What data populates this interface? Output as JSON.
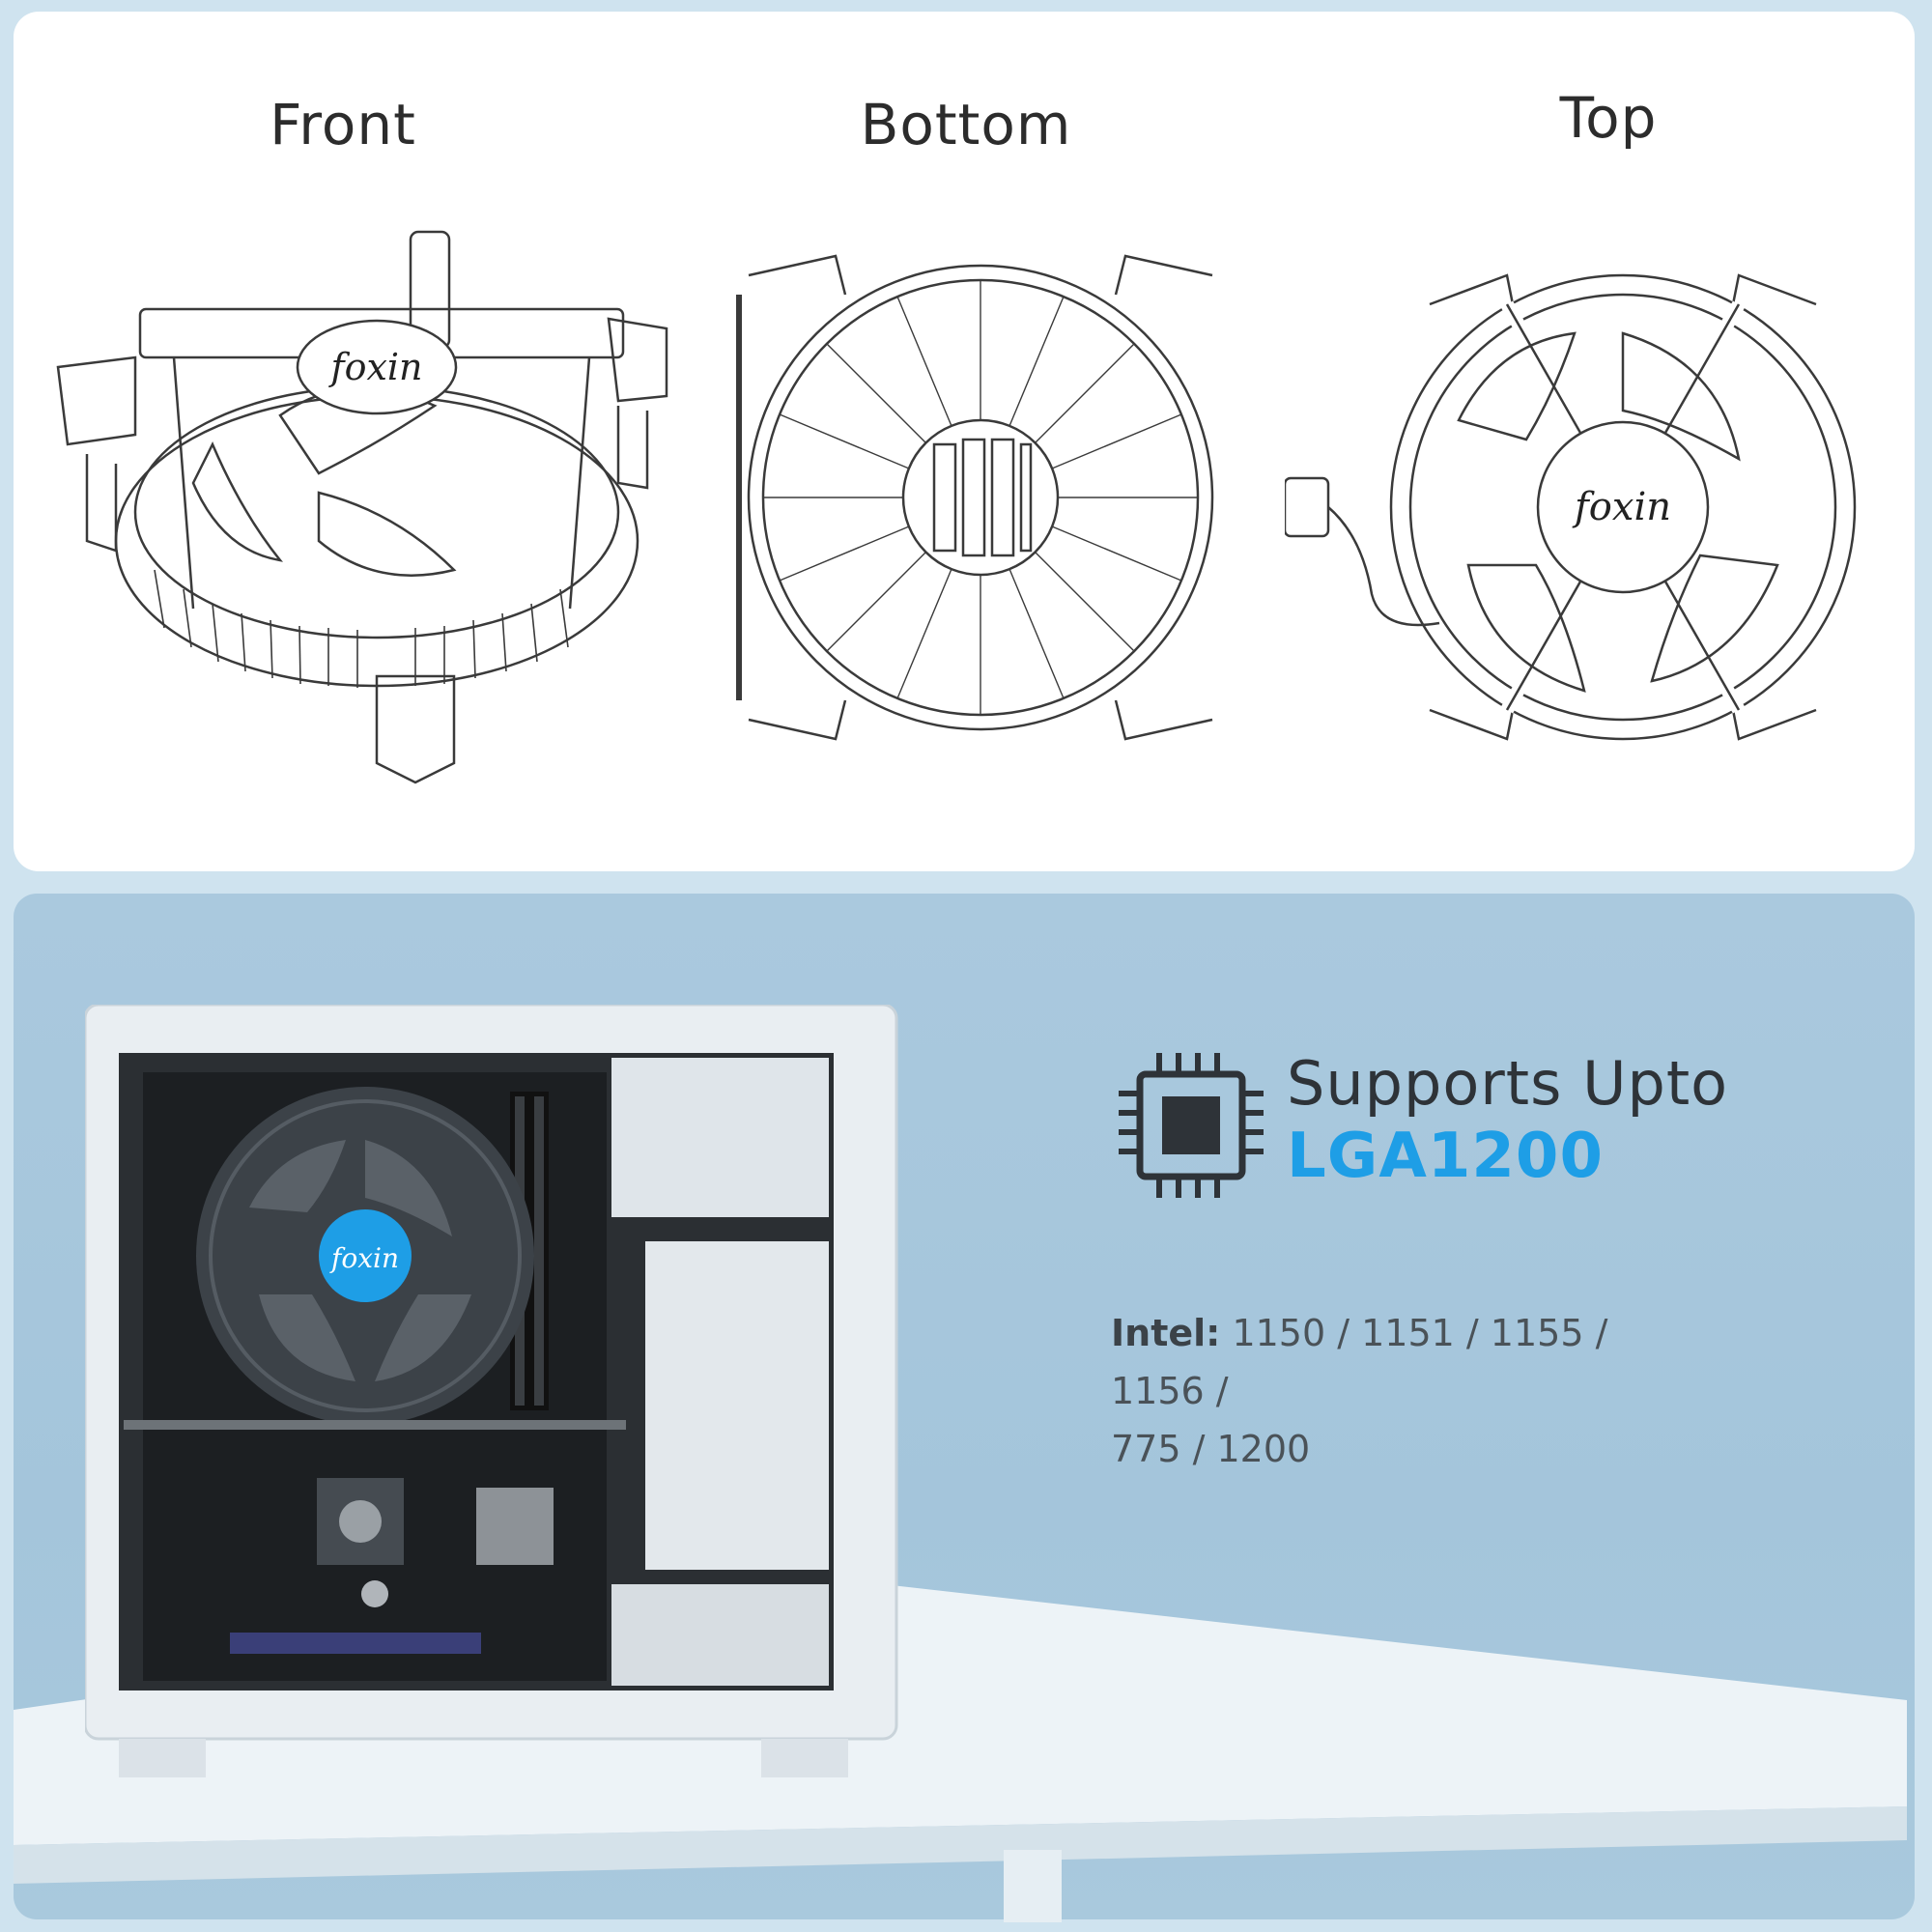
{
  "views": {
    "front": "Front",
    "bottom": "Bottom",
    "top": "Top"
  },
  "brand": {
    "logo_text": "foxin"
  },
  "spec": {
    "title": "Supports Upto",
    "socket": "LGA1200",
    "compat_label": "Intel:",
    "compat_line1": "1150 / 1151 / 1155 / 1156 /",
    "compat_line2": "775 / 1200"
  },
  "colors": {
    "accent": "#1e9ee6",
    "panel_bg": "#a9c9dd",
    "line_art": "#3a3a3a"
  },
  "icons": {
    "chip": "cpu-chip-icon"
  }
}
